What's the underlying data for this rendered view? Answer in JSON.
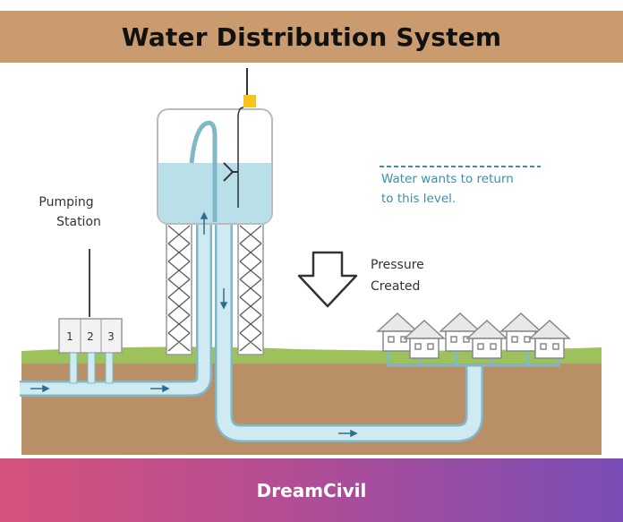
{
  "header": {
    "title": "Water Distribution System"
  },
  "diagram": {
    "labels": {
      "pumping_line1": "Pumping",
      "pumping_line2": "Station",
      "return_line1": "Water wants to return",
      "return_line2": "to this level.",
      "pressure_line1": "Pressure",
      "pressure_line2": "Created"
    },
    "pump_numbers": [
      "1",
      "2",
      "3"
    ],
    "colors": {
      "water": "#b9dfe9",
      "pipe_outline": "#7fb8c9",
      "soil": "#b88f66",
      "grass": "#9dc25b",
      "tank_outline": "#bbbbbb",
      "accent_yellow": "#f5c518",
      "dashed_line": "#3b8fb0"
    }
  },
  "footer": {
    "brand": "DreamCivil"
  }
}
